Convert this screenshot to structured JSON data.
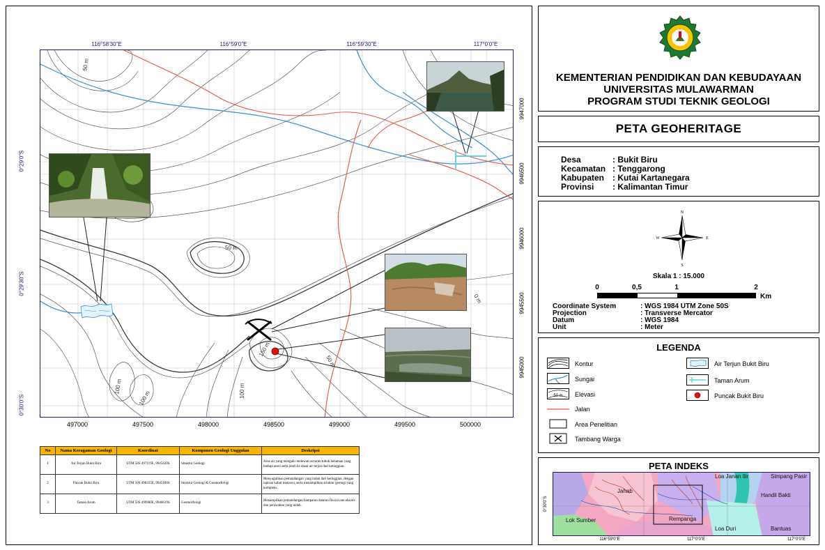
{
  "map": {
    "top_coords": [
      "116°58'30\"E",
      "116°59'0\"E",
      "116°59'30\"E",
      "117°0'0\"E"
    ],
    "bottom_coords": [
      "497000",
      "497500",
      "498000",
      "498500",
      "499000",
      "499500",
      "500000"
    ],
    "left_coords": [
      "0°29'0\"S",
      "0°29'30\"S",
      "0°30'0\"S"
    ],
    "right_coords": [
      "9947000",
      "9946500",
      "9946000",
      "9945500",
      "9945000"
    ],
    "contour_labels": [
      "50 m",
      "50 m",
      "150 m",
      "50 m",
      "100 m",
      "100 m",
      "100 m",
      "0 m"
    ],
    "colors": {
      "road": "#e8553a",
      "river": "#3b8fd8",
      "contour": "#555555",
      "grid": "#bbbbbb",
      "peak": "#e31010",
      "frame": "#1a1a7a"
    }
  },
  "table": {
    "headers": [
      "No",
      "Nama Keragaman Geologi",
      "Koordinat",
      "Komponen Geologi Unggulan",
      "Deskripsi"
    ],
    "rows": [
      {
        "no": "1",
        "name": "Air Terjun Bukit Biru",
        "coord": "UTM 50S 497119E, 9945420S",
        "component": "Struktur Geologi",
        "desc": "Arus air yang mengalir melewati suvantu tubuh bebatuan yang budupi arosi serta jatuh ke dasar air terjun dari ketinggian."
      },
      {
        "no": "2",
        "name": "Puncak Bukit Biru",
        "coord": "UTM 50S 498355E, 9945100S",
        "component": "Struktur Geologi & Geomorfologi",
        "desc": "Menyuguhkan pemandangan yang indah dari ketinggian, dengan lapisan kabut menawu, serta menampilkan struktur geologi yang kompleks."
      },
      {
        "no": "3",
        "name": "Taman Arum",
        "coord": "UTM 50S 499960E, 9946619S",
        "component": "Geomorfologi",
        "desc": "Menampilkan pemandangan hamparan dataran fluvial nan eksotis dan perawahan yang indah."
      }
    ]
  },
  "title": {
    "lines": [
      "KEMENTERIAN PENDIDIKAN DAN KEBUDAYAAN",
      "UNIVERSITAS MULAWARMAN",
      "PROGRAM STUDI TEKNIK GEOLOGI"
    ],
    "map_title": "PETA GEOHERITAGE"
  },
  "location": [
    {
      "label": "Desa",
      "value": ": Bukit Biru"
    },
    {
      "label": "Kecamatan",
      "value": ": Tenggarong"
    },
    {
      "label": "Kabupaten",
      "value": ": Kutai Kartanegara"
    },
    {
      "label": "Provinsi",
      "value": ": Kalimantan Timur"
    }
  ],
  "compass": {
    "n": "N",
    "s": "S",
    "e": "E",
    "w": "W"
  },
  "scale": {
    "label": "Skala 1 : 15.000",
    "ticks": [
      "0",
      "0,5",
      "1",
      "2"
    ],
    "unit": "Km"
  },
  "crs": [
    {
      "label": "Coordinate System",
      "value": ": WGS 1984 UTM Zone 50S"
    },
    {
      "label": "Projection",
      "value": ": Transverse Mercator"
    },
    {
      "label": "Datum",
      "value": ": WGS 1984"
    },
    {
      "label": "Unit",
      "value": ": Meter"
    }
  ],
  "legend": {
    "title": "LEGENDA",
    "left_items": [
      "Kontur",
      "Sungai",
      "Elevasi",
      "Jalan",
      "Area Penelitian",
      "Tambang Warga"
    ],
    "right_items": [
      "Air Terjun Bukit Biru",
      "Taman Arum",
      "Puncak Bukit Biru"
    ],
    "elevasi_symbol": "50 m"
  },
  "index_map": {
    "title": "PETA INDEKS",
    "places": [
      "Loa Janan Ilir",
      "Simpang Pasir",
      "Jahab",
      "Handil Bakti",
      "Lok Sumber",
      "Rempanga",
      "Loa Duri",
      "Bantuas"
    ],
    "bottom_coords": [
      "116°59'0\"E",
      "117°0'0\"E",
      "117°0'0\"E"
    ],
    "left_coord": "0°30'0\"S"
  }
}
